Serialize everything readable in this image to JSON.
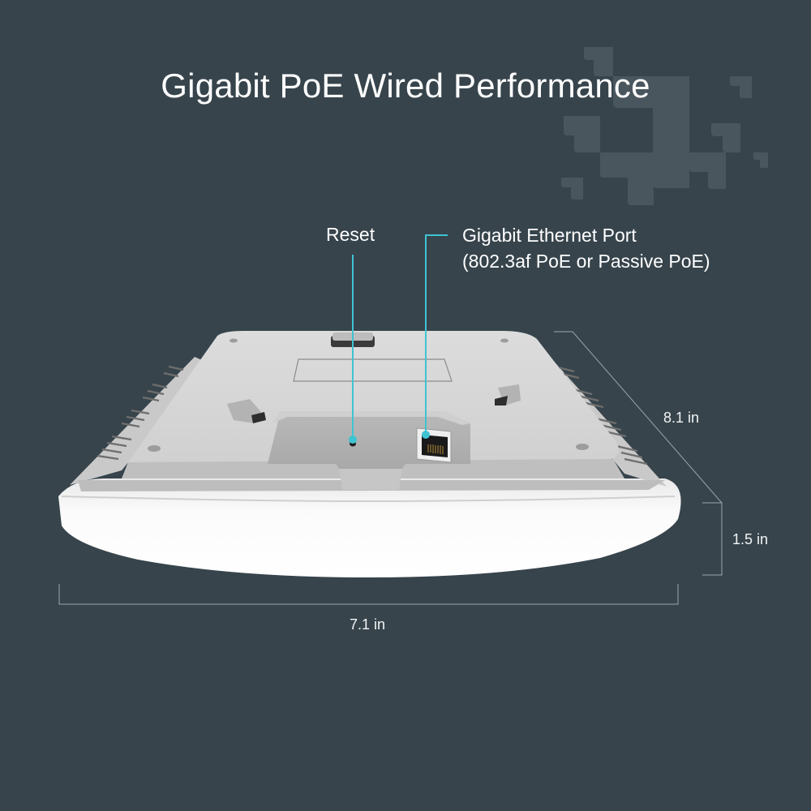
{
  "header": {
    "title": "Gigabit PoE Wired Performance"
  },
  "callouts": [
    {
      "label": "Reset"
    },
    {
      "label_line1": "Gigabit Ethernet Port",
      "label_line2": "(802.3af PoE or Passive PoE)"
    }
  ],
  "dimensions": {
    "depth": "8.1 in",
    "height": "1.5 in",
    "width": "7.1 in"
  },
  "colors": {
    "background": "#37444c",
    "pattern": "#4a565e",
    "accent_line": "#3fc4d2",
    "dimension_line": "#9aa6ac",
    "device_body": "#d9d9d9",
    "device_cover": "#f7f7f7"
  },
  "icons": [
    "decorative-pixel-pattern",
    "reset-pinhole",
    "ethernet-port"
  ]
}
